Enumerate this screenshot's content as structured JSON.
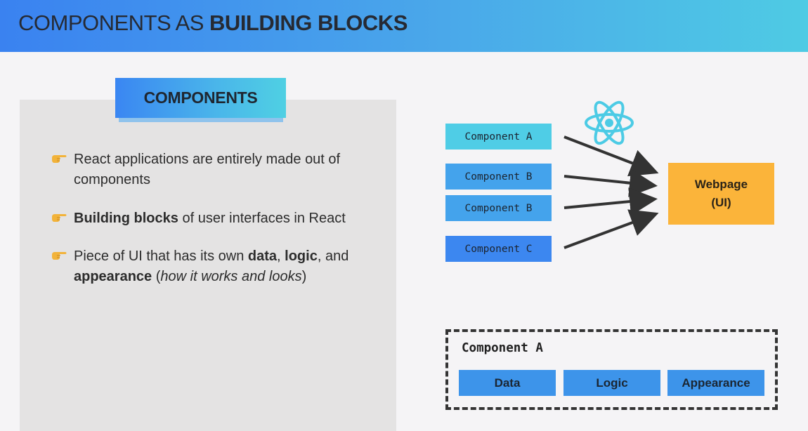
{
  "header": {
    "title_normal": "COMPONENTS AS ",
    "title_bold": "BUILDING BLOCKS"
  },
  "card": {
    "badge": "COMPONENTS",
    "bullets": [
      {
        "text": "React applications are entirely made out of components"
      },
      {
        "bold": "Building blocks",
        "text": " of user interfaces in React"
      },
      {
        "t1": "Piece of UI that has its own ",
        "b1": "data",
        "t2": ", ",
        "b2": "logic",
        "t3": ", and ",
        "b3": "appearance",
        "t4": " (",
        "i1": "how it works and looks",
        "t5": ")"
      }
    ]
  },
  "diagram": {
    "components": [
      {
        "label": "Component A",
        "color": "#4fcde6"
      },
      {
        "label": "Component B",
        "color": "#44a3ec"
      },
      {
        "label": "Component B",
        "color": "#44a3ec"
      },
      {
        "label": "Component C",
        "color": "#3c87f0"
      }
    ],
    "webpage_line1": "Webpage",
    "webpage_line2": "(UI)",
    "webpage_color": "#fbb43a",
    "react_logo_color": "#4ccbe5",
    "icons": {
      "bullet": "pointing-hand-icon",
      "logo": "react-logo-icon"
    }
  },
  "component_detail": {
    "title": "Component A",
    "parts": [
      "Data",
      "Logic",
      "Appearance"
    ]
  }
}
